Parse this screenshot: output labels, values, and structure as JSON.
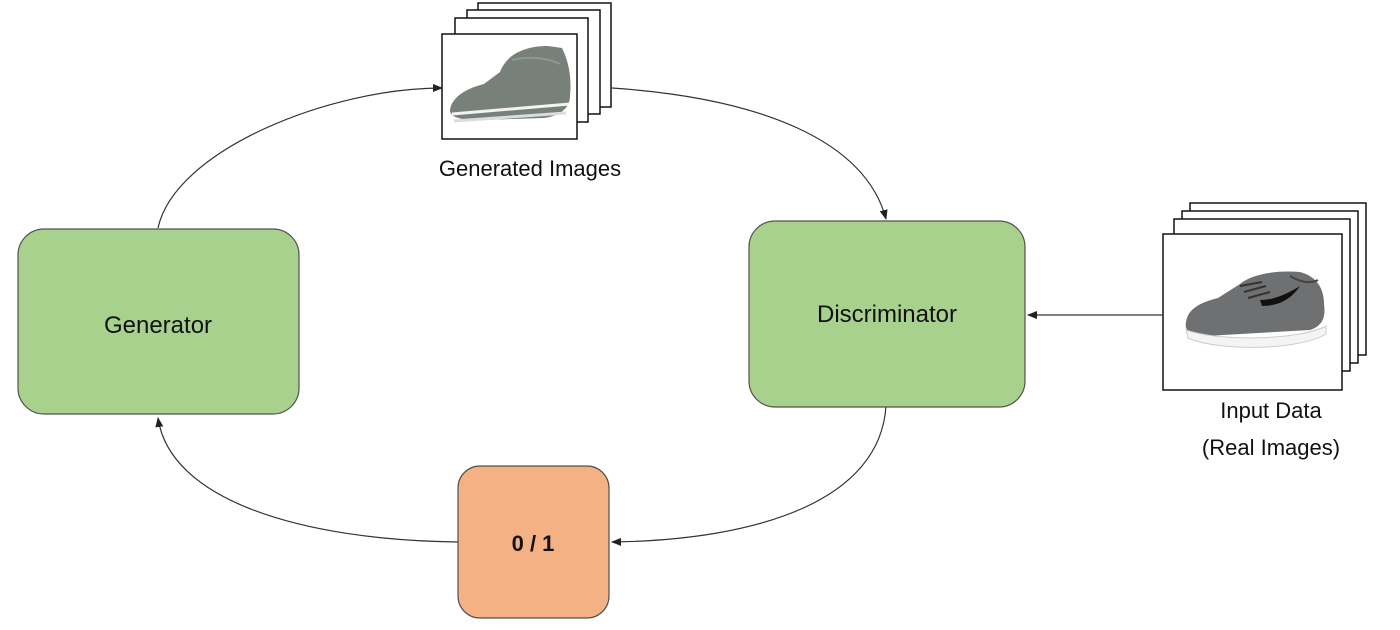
{
  "diagram": {
    "generator": {
      "label": "Generator"
    },
    "discriminator": {
      "label": "Discriminator"
    },
    "output": {
      "label": "0 / 1"
    },
    "generated_images": {
      "caption": "Generated Images"
    },
    "input_data": {
      "caption_line1": "Input Data",
      "caption_line2": "(Real Images)"
    }
  },
  "colors": {
    "green_box": "#a9d18e",
    "orange_box": "#f4b183",
    "stroke": "#404040",
    "arrow": "#222222",
    "shoe_generated": "#707a72",
    "shoe_real": "#6e7072"
  },
  "icons": {
    "generated_shoe": "high-top-sneaker-icon",
    "real_shoe": "running-shoe-icon"
  }
}
